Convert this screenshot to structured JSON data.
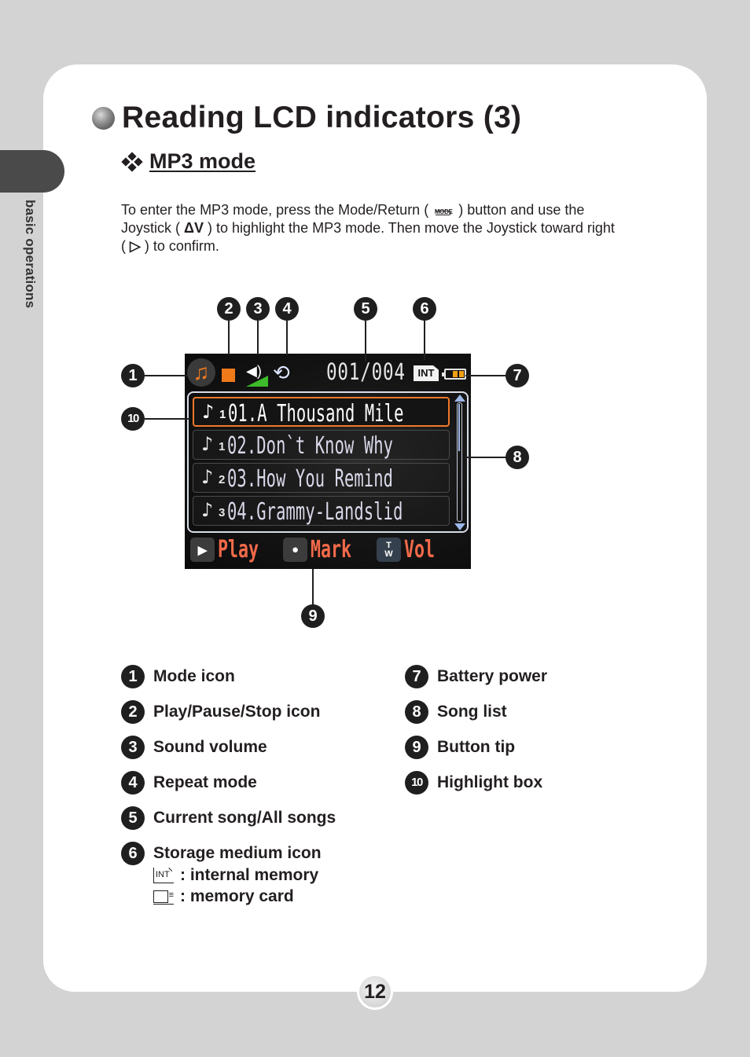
{
  "side_tab": {
    "label": "basic operations"
  },
  "header": {
    "title": "Reading LCD indicators (3)",
    "subtitle": "MP3 mode"
  },
  "intro": {
    "part1": "To enter the MP3 mode, press the Mode/Return (",
    "mode_icon_label": "MODE",
    "part2": ") button and use the Joystick (",
    "joystick_updown_glyph": "ΔV",
    "part3": ") to highlight the MP3 mode. Then move the Joystick toward right (",
    "joystick_right_glyph": "▷",
    "part4": ") to confirm."
  },
  "lcd": {
    "status": {
      "mode_icon": "music-note-icon",
      "play_state_icon": "stop-icon",
      "volume_icon": "speaker-icon",
      "repeat_icon": "repeat-icon",
      "song_counter": "001/004",
      "storage_label": "INT",
      "battery_icon": "battery-icon"
    },
    "songs": [
      {
        "note": "♪",
        "index": "1",
        "title": "01.A Thousand Mile",
        "highlighted": true
      },
      {
        "note": "♪",
        "index": "1",
        "title": "02.Don`t Know Why",
        "highlighted": false
      },
      {
        "note": "♪",
        "index": "2",
        "title": "03.How You Remind",
        "highlighted": false
      },
      {
        "note": "♪",
        "index": "3",
        "title": "04.Grammy-Landslid",
        "highlighted": false
      }
    ],
    "tips": [
      {
        "key": "▶",
        "label": "Play"
      },
      {
        "key": "●",
        "label": "Mark"
      },
      {
        "key_top": "T",
        "key_bottom": "W",
        "label": "Vol"
      }
    ]
  },
  "callouts": [
    "1",
    "2",
    "3",
    "4",
    "5",
    "6",
    "7",
    "8",
    "9",
    "10"
  ],
  "legend": {
    "left": [
      {
        "num": "1",
        "text": "Mode icon"
      },
      {
        "num": "2",
        "text": "Play/Pause/Stop icon"
      },
      {
        "num": "3",
        "text": "Sound volume"
      },
      {
        "num": "4",
        "text": "Repeat mode"
      },
      {
        "num": "5",
        "text": "Current song/All songs"
      },
      {
        "num": "6",
        "text": "Storage medium icon"
      }
    ],
    "storage_sub": [
      {
        "icon": "INT",
        "text": ": internal memory"
      },
      {
        "icon": "memory-card-icon",
        "text": ": memory card"
      }
    ],
    "right": [
      {
        "num": "7",
        "text": "Battery power"
      },
      {
        "num": "8",
        "text": "Song list"
      },
      {
        "num": "9",
        "text": "Button tip"
      },
      {
        "num": "10",
        "text": "Highlight box"
      }
    ]
  },
  "page_number": "12",
  "colors": {
    "background": "#d3d3d3",
    "page": "#ffffff",
    "tab": "#4a4a4a",
    "text": "#231f20",
    "lcd_accent": "#f07a20",
    "lcd_tip_text": "#f26a4a",
    "volume_green": "#3dbb2a"
  }
}
